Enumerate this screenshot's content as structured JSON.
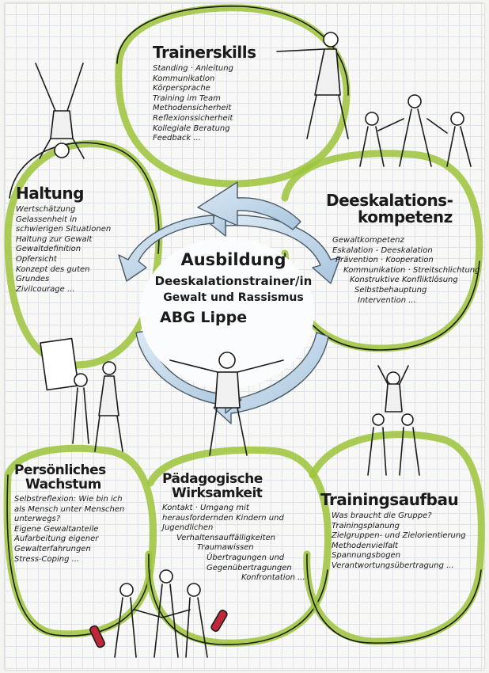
{
  "center": {
    "line1": "Ausbildung",
    "line2": "Deeskalationstrainer/in",
    "line3": "Gewalt und Rassismus",
    "line4": "ABG Lippe"
  },
  "trainerskills": {
    "title": "Trainerskills",
    "items": [
      "Standing · Anleitung",
      "Kommunikation",
      "Körpersprache",
      "Training im Team",
      "Methodensicherheit",
      "Reflexionssicherheit",
      "Kollegiale Beratung",
      "Feedback ..."
    ]
  },
  "haltung": {
    "title": "Haltung",
    "items": [
      "Wertschätzung",
      "Gelassenheit in schwierigen Situationen",
      "Haltung zur Gewalt",
      "Gewaltdefinition",
      "Opfersicht",
      "Konzept des guten Grundes",
      "Zivilcourage ..."
    ]
  },
  "deeskalation": {
    "title1": "Deeskalations-",
    "title2": "kompetenz",
    "items": [
      "Gewaltkompetenz",
      "Eskalation - Deeskalation",
      "Prävention · Kooperation",
      "Kommunikation · Streitschlichtung",
      "Konstruktive Konfliktlösung",
      "Selbstbehauptung",
      "Intervention ..."
    ]
  },
  "wachstum": {
    "title1": "Persönliches",
    "title2": "Wachstum",
    "items": [
      "Selbstreflexion: Wie bin ich als Mensch unter Menschen unterwegs?",
      "Eigene Gewaltanteile",
      "Aufarbeitung eigener Gewalterfahrungen",
      "Stress-Coping ..."
    ]
  },
  "paedagogik": {
    "title1": "Pädagogische",
    "title2": "Wirksamkeit",
    "items": [
      "Kontakt · Umgang mit herausfordernden Kindern und Jugendlichen",
      "Verhaltensauffälligkeiten",
      "Traumawissen",
      "Übertragungen und Gegenübertragungen",
      "Konfrontation ..."
    ]
  },
  "aufbau": {
    "title": "Trainingsaufbau",
    "items": [
      "Was braucht die Gruppe?",
      "Trainingsplanung",
      "Zielgruppen- und Zielorientierung",
      "Methodenvielfalt",
      "Spannungsbogen",
      "Verantwortungsübertragung ..."
    ]
  },
  "colors": {
    "green": "#9cc43a",
    "arrow": "#b8d2e6",
    "ink": "#1a1a1a",
    "boxing": "#c0283a"
  },
  "icons": [
    "juggler-figure",
    "handstand-figure",
    "boxing-figures",
    "painter-figure",
    "human-pyramid-figure",
    "handshake-figures",
    "central-figure-arms-open"
  ]
}
